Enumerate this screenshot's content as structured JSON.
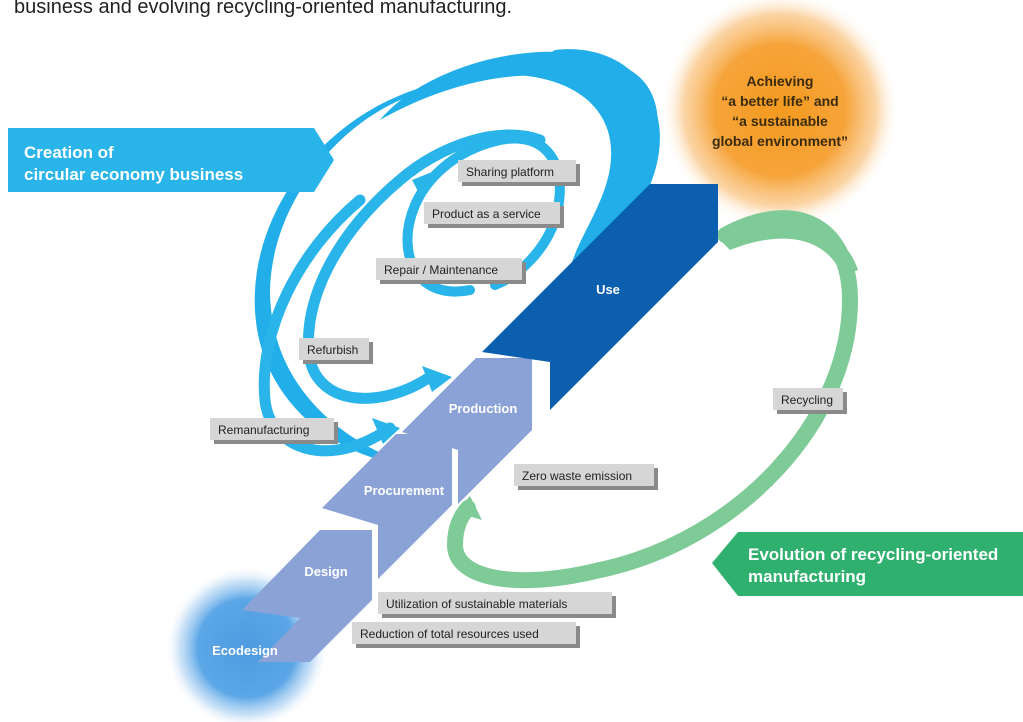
{
  "intro_text": "business and evolving recycling-oriented manufacturing.",
  "banners": {
    "creation": {
      "line1": "Creation of",
      "line2": "circular economy business"
    },
    "evolution": {
      "line1": "Evolution of recycling-oriented",
      "line2": "manufacturing"
    }
  },
  "goal": {
    "lines": [
      "Achieving",
      "“a better life” and",
      "“a sustainable",
      "global environment”"
    ]
  },
  "stages": {
    "use": "Use",
    "production": "Production",
    "procurement": "Procurement",
    "design": "Design",
    "ecodesign": "Ecodesign"
  },
  "labels": {
    "sharing_platform": "Sharing platform",
    "product_as_service": "Product as a service",
    "repair_maintenance": "Repair / Maintenance",
    "refurbish": "Refurbish",
    "remanufacturing": "Remanufacturing",
    "recycling": "Recycling",
    "zero_waste": "Zero waste emission",
    "sustainable_materials": "Utilization of sustainable materials",
    "reduction_resources": "Reduction of total resources used"
  },
  "colors": {
    "cyan": "#29B4EA",
    "blue_dark": "#0B5FAE",
    "chevron": "#8AA2D6",
    "green_loop": "#7FCB98",
    "green_banner": "#2FB06E",
    "orange": "#F39A1E",
    "label_bg": "#D6D6D6",
    "label_shadow": "#8A8A8A"
  }
}
